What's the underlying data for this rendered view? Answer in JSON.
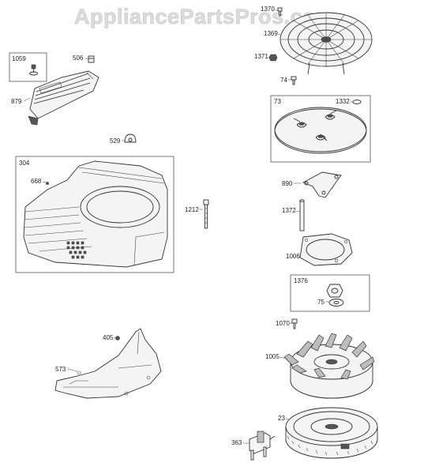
{
  "watermark": "AppliancePartsPros.com",
  "labels": {
    "p1370": "1370",
    "p1369": "1369",
    "p1371": "1371",
    "p74": "74",
    "p73": "73",
    "p1332": "1332",
    "p890": "890",
    "p1372": "1372",
    "p1006": "1006",
    "p1376": "1376",
    "p75": "75",
    "p1070": "1070",
    "p1005": "1005",
    "p23": "23",
    "p363": "363",
    "p1059": "1059",
    "p506": "506",
    "p879": "879",
    "p529": "529",
    "p304": "304",
    "p668": "668",
    "p1212": "1212",
    "p405": "405",
    "p573": "573"
  }
}
